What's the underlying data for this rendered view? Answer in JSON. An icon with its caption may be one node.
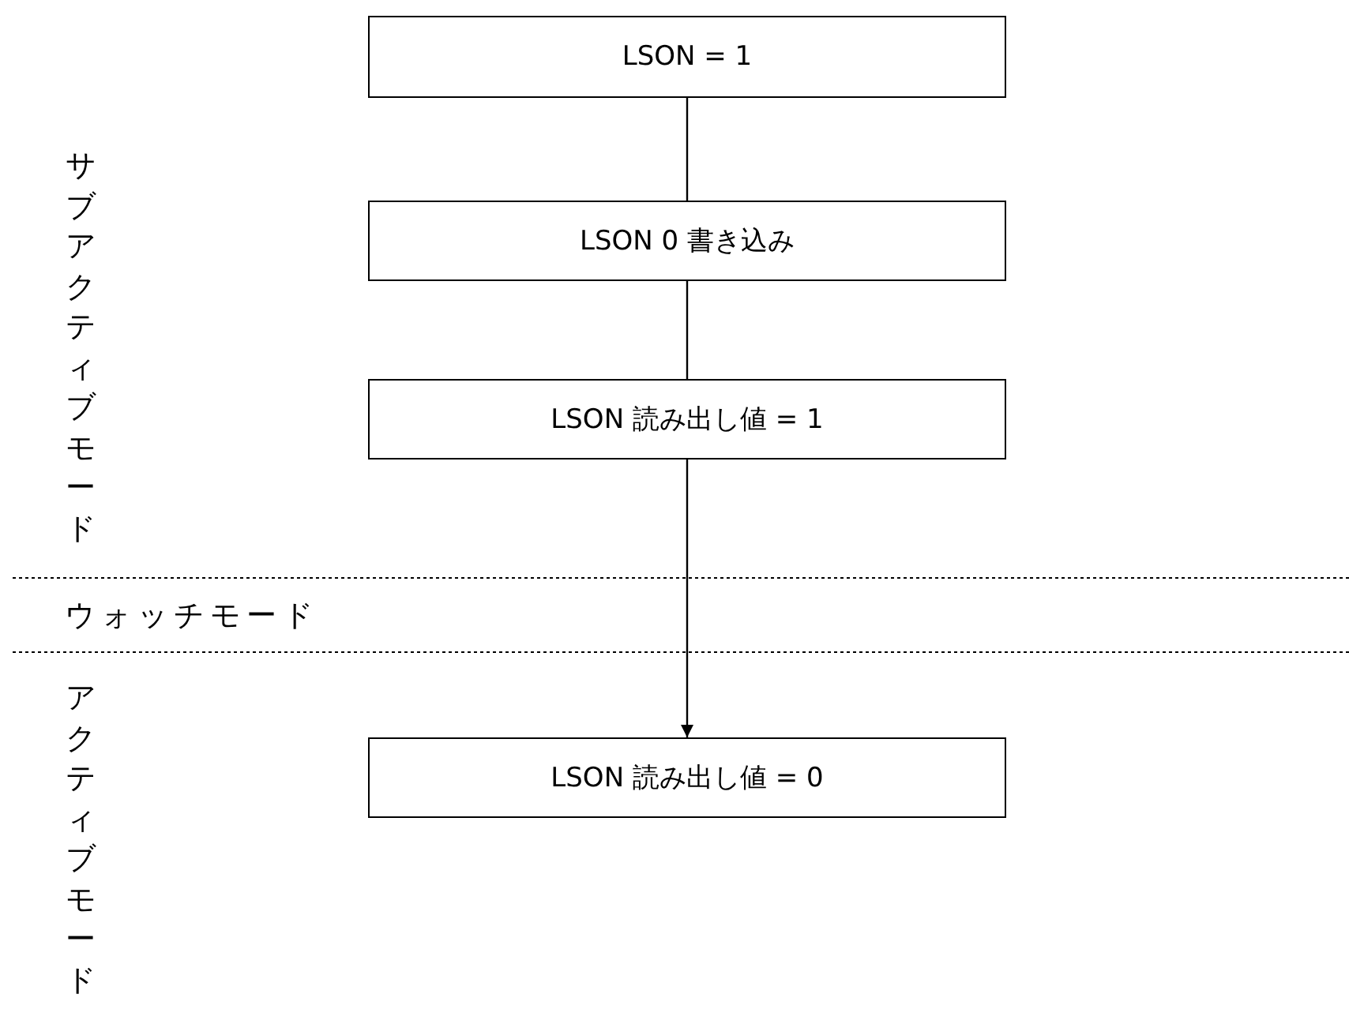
{
  "diagram": {
    "nodes": [
      {
        "text": [
          "LSON = 1"
        ]
      },
      {
        "text": [
          "LSON 0 書き込み"
        ]
      },
      {
        "text": [
          "LSON 読み出し値 = 1"
        ]
      },
      {
        "text": [
          "LSON 読み出し値 = 0"
        ]
      }
    ],
    "edges": [
      {
        "from": 0,
        "to": 1,
        "arrow": "none"
      },
      {
        "from": 1,
        "to": 2,
        "arrow": "none"
      },
      {
        "from": 2,
        "to": 3,
        "arrow": "to"
      }
    ],
    "labels": [
      "サブアクティブモード",
      "ウォッチモード",
      "アクティブモード"
    ]
  }
}
